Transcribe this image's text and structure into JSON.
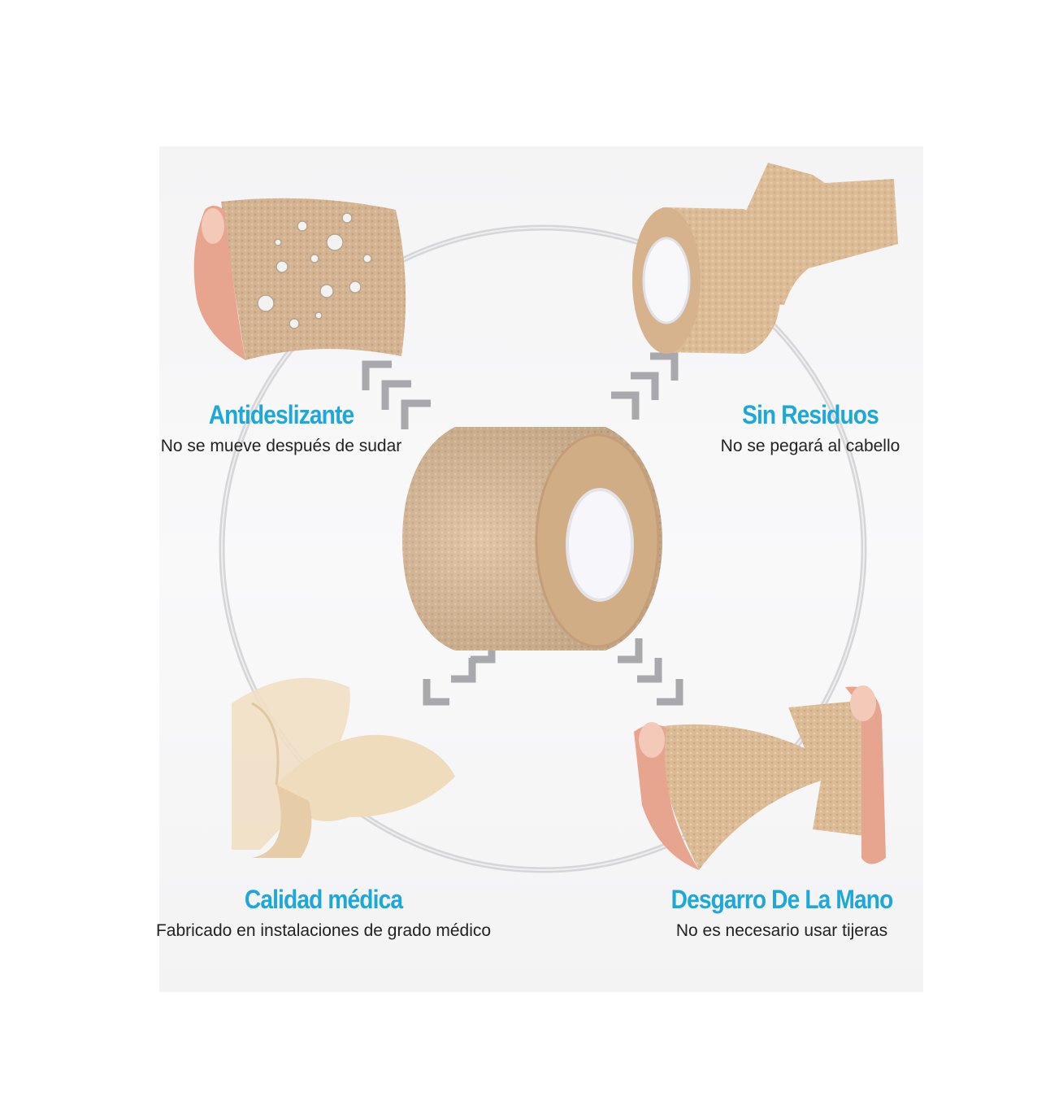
{
  "colors": {
    "accent": "#1ea7d9",
    "tape": "#dcbb97",
    "tape_dark": "#c49e79",
    "ring": "#d6d6d9",
    "chevron": "#a9a9ad"
  },
  "center": {
    "icon": "tape-roll"
  },
  "features": [
    {
      "title": "Antideslizante",
      "description": "No se mueve después de sudar",
      "icon": "water-drops-tape"
    },
    {
      "title": "Sin Residuos",
      "description": "No se pegará al cabello",
      "icon": "unrolling-tape"
    },
    {
      "title": "Calidad médica",
      "description": "Fabricado en instalaciones de grado médico",
      "icon": "folded-tape"
    },
    {
      "title": "Desgarro De La Mano",
      "description": "No es necesario usar tijeras",
      "icon": "hand-tearing-tape"
    }
  ]
}
